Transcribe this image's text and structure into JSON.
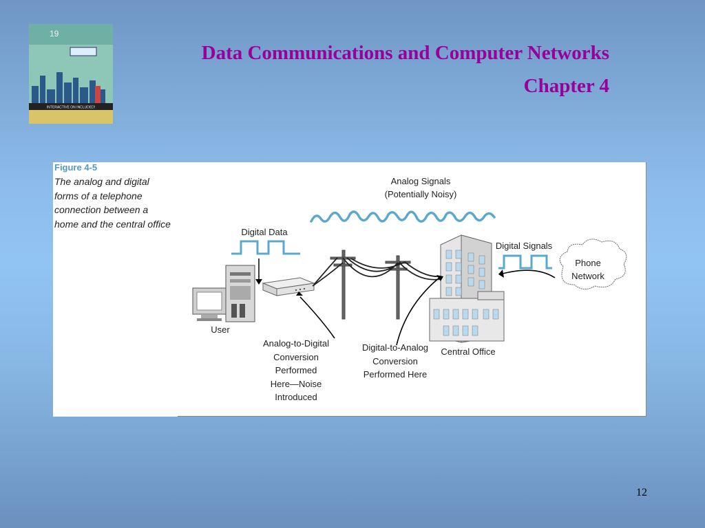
{
  "slide": {
    "title": "Data Communications and Computer Networks",
    "subtitle": "Chapter 4",
    "number": "12"
  },
  "book_cover": {
    "banner_text": "INTERACTIVE ON INCLUDED!",
    "colors": {
      "sky": "#8ec6b8",
      "banner": "#222222",
      "base": "#d9c468"
    }
  },
  "figure": {
    "number": "Figure 4-5",
    "caption": "The analog and digital forms of a telephone connection between a home and the central office"
  },
  "diagram": {
    "analog_signals_label": "Analog Signals",
    "analog_signals_sub": "(Potentially Noisy)",
    "digital_data_label": "Digital Data",
    "digital_signals_label": "Digital Signals",
    "phone_network_line1": "Phone",
    "phone_network_line2": "Network",
    "user_label": "User",
    "central_office_label": "Central Office",
    "a2d_lines": [
      "Analog-to-Digital",
      "Conversion",
      "Performed",
      "Here—Noise",
      "Introduced"
    ],
    "d2a_lines": [
      "Digital-to-Analog",
      "Conversion",
      "Performed Here"
    ],
    "wave_color": "#5aa9cc"
  }
}
